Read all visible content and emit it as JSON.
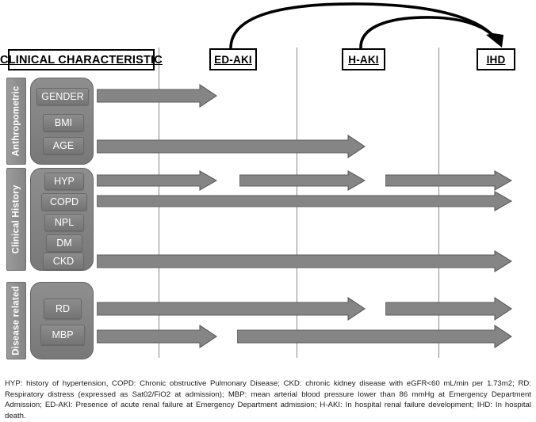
{
  "header": {
    "clinical_characteristic": "CLINICAL CHARACTERISTIC",
    "outcomes": [
      {
        "id": "ed-aki",
        "label": "ED-AKI"
      },
      {
        "id": "h-aki",
        "label": "H-AKI"
      },
      {
        "id": "ihd",
        "label": "IHD"
      }
    ]
  },
  "categories": [
    {
      "id": "anthropometric",
      "label": "Anthropometric",
      "variables": [
        "GENDER",
        "BMI",
        "AGE"
      ]
    },
    {
      "id": "clinical-history",
      "label": "Clinical History",
      "variables": [
        "HYP",
        "COPD",
        "NPL",
        "DM",
        "CKD"
      ]
    },
    {
      "id": "disease-related",
      "label": "Disease related",
      "variables": [
        "RD",
        "MBP"
      ]
    }
  ],
  "variables": {
    "gender": "GENDER",
    "bmi": "BMI",
    "age": "AGE",
    "hyp": "HYP",
    "copd": "COPD",
    "npl": "NPL",
    "dm": "DM",
    "ckd": "CKD",
    "rd": "RD",
    "mbp": "MBP"
  },
  "associations": [
    {
      "variable": "GENDER",
      "targets": [
        "ED-AKI"
      ]
    },
    {
      "variable": "AGE",
      "targets": [
        "H-AKI"
      ]
    },
    {
      "variable": "HYP",
      "targets": [
        "ED-AKI",
        "H-AKI",
        "IHD"
      ]
    },
    {
      "variable": "COPD",
      "targets": [
        "IHD"
      ]
    },
    {
      "variable": "CKD",
      "targets": [
        "IHD"
      ]
    },
    {
      "variable": "RD",
      "targets": [
        "H-AKI",
        "IHD"
      ]
    },
    {
      "variable": "MBP",
      "targets": [
        "ED-AKI",
        "IHD"
      ]
    }
  ],
  "outcome_links": [
    {
      "from": "ED-AKI",
      "to": "IHD"
    },
    {
      "from": "H-AKI",
      "to": "IHD"
    }
  ],
  "colors": {
    "arrow_fill": "#858585",
    "arrow_stroke": "#5c5c5c",
    "group_fill": "#848484",
    "gridline": "#8a8a8a",
    "box_border": "#000000",
    "text_light": "#ffffff"
  },
  "footnote": "HYP: history of hypertension, COPD: Chronic obstructive Pulmonary Disease; CKD: chronic kidney disease with eGFR<60 mL/min per 1.73m2; RD: Respiratory distress (expressed as Sat02/FiO2 at admission); MBP: mean arterial blood pressure lower than 86 mmHg at Emergency Department Admission;  ED-AKI: Presence of acute renal failure at Emergency Department admission; H-AKI: In hospital renal failure development; IHD: In hospital death."
}
